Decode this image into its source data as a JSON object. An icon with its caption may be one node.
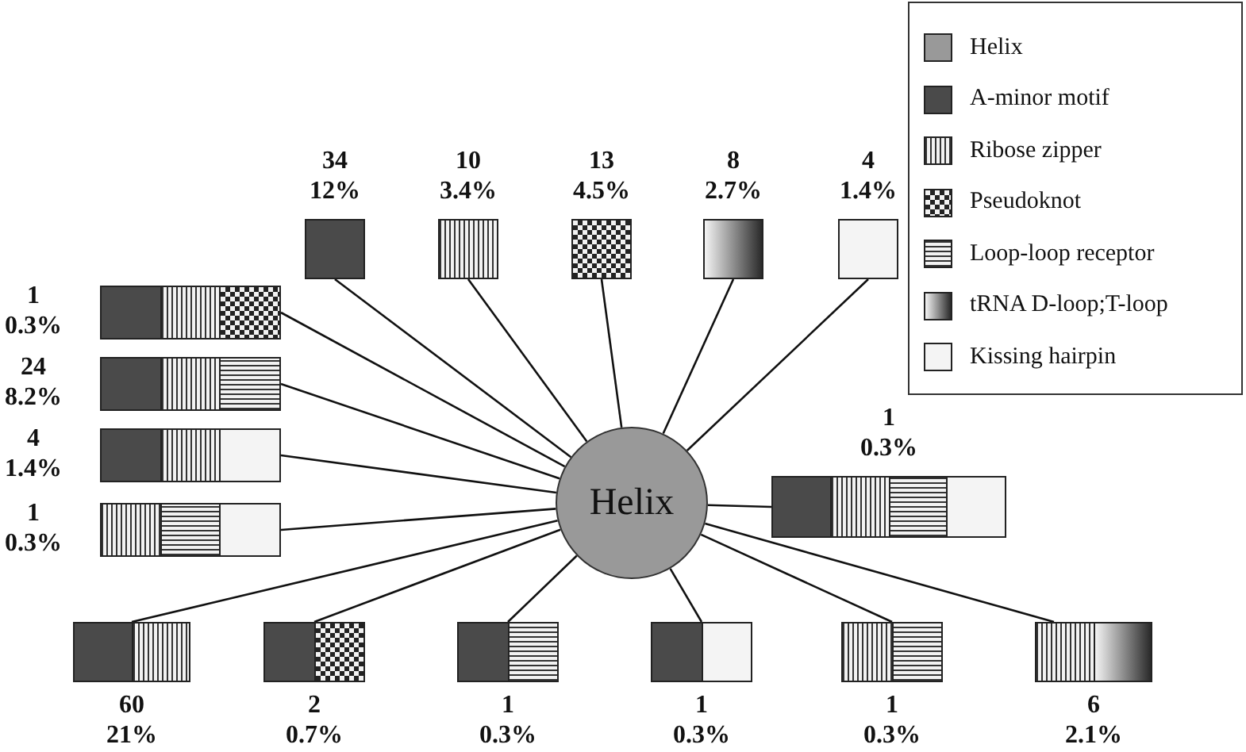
{
  "diagram": {
    "nodes": [
      {
        "text": [
          "Helix"
        ]
      },
      {
        "text": [],
        "shape": "bar",
        "beside": [
          "34",
          "12%"
        ]
      },
      {
        "text": [],
        "shape": "box",
        "in": 1
      },
      {
        "text": [],
        "shape": "bar",
        "beside": [
          "10",
          "3.4%"
        ]
      },
      {
        "text": [],
        "shape": "box",
        "in": 3
      },
      {
        "text": [],
        "shape": "bar",
        "beside": [
          "13",
          "4.5%"
        ]
      },
      {
        "text": [],
        "shape": "box",
        "in": 5
      },
      {
        "text": [],
        "shape": "bar",
        "beside": [
          "8",
          "2.7%"
        ]
      },
      {
        "text": [],
        "shape": "box",
        "in": 7
      },
      {
        "text": [],
        "shape": "bar",
        "beside": [
          "4",
          "1.4%"
        ]
      },
      {
        "text": [],
        "shape": "box",
        "in": 9
      },
      {
        "text": [],
        "shape": "bar",
        "beside": [
          "1",
          "0.3%"
        ]
      },
      {
        "text": [],
        "shape": "box",
        "in": 11
      },
      {
        "text": [],
        "shape": "box",
        "in": 11
      },
      {
        "text": [],
        "shape": "box",
        "in": 11
      },
      {
        "text": [],
        "shape": "bar",
        "beside": [
          "24",
          "8.2%"
        ]
      },
      {
        "text": [],
        "shape": "box",
        "in": 15
      },
      {
        "text": [],
        "shape": "box",
        "in": 15
      },
      {
        "text": [],
        "shape": "box",
        "in": 15
      },
      {
        "text": [],
        "shape": "bar",
        "beside": [
          "4",
          "1.4%"
        ]
      },
      {
        "text": [],
        "shape": "box",
        "in": 19
      },
      {
        "text": [],
        "shape": "box",
        "in": 19
      },
      {
        "text": [],
        "shape": "box",
        "in": 19
      },
      {
        "text": [],
        "shape": "bar",
        "beside": [
          "1",
          "0.3%"
        ]
      },
      {
        "text": [],
        "shape": "box",
        "in": 23
      },
      {
        "text": [],
        "shape": "box",
        "in": 23
      },
      {
        "text": [],
        "shape": "box",
        "in": 23
      },
      {
        "text": [],
        "shape": "bar",
        "beside": [
          "1",
          "0.3%"
        ]
      },
      {
        "text": [],
        "shape": "box",
        "in": 27
      },
      {
        "text": [],
        "shape": "box",
        "in": 27
      },
      {
        "text": [],
        "shape": "box",
        "in": 27
      },
      {
        "text": [],
        "shape": "box",
        "in": 27
      },
      {
        "text": [],
        "shape": "bar",
        "beside": [
          "60",
          "21%"
        ]
      },
      {
        "text": [],
        "shape": "box",
        "in": 32
      },
      {
        "text": [],
        "shape": "box",
        "in": 32
      },
      {
        "text": [],
        "shape": "bar",
        "beside": [
          "2",
          "0.7%"
        ]
      },
      {
        "text": [],
        "shape": "box",
        "in": 35
      },
      {
        "text": [],
        "shape": "box",
        "in": 35
      },
      {
        "text": [],
        "shape": "bar",
        "beside": [
          "1",
          "0.3%"
        ]
      },
      {
        "text": [],
        "shape": "box",
        "in": 38
      },
      {
        "text": [],
        "shape": "box",
        "in": 38
      },
      {
        "text": [],
        "shape": "bar",
        "beside": [
          "1",
          "0.3%"
        ]
      },
      {
        "text": [],
        "shape": "box",
        "in": 41
      },
      {
        "text": [],
        "shape": "box",
        "in": 41
      },
      {
        "text": [],
        "shape": "bar",
        "beside": [
          "1",
          "0.3%"
        ]
      },
      {
        "text": [],
        "shape": "box",
        "in": 44
      },
      {
        "text": [],
        "shape": "box",
        "in": 44
      },
      {
        "text": [],
        "shape": "bar",
        "beside": [
          "6",
          "2.1%"
        ]
      },
      {
        "text": [],
        "shape": "box",
        "in": 47
      },
      {
        "text": [],
        "shape": "box",
        "in": 47
      }
    ],
    "edges": [
      {
        "from": 1,
        "to": 0,
        "arrow": "none"
      },
      {
        "from": 3,
        "to": 0,
        "arrow": "none"
      },
      {
        "from": 5,
        "to": 0,
        "arrow": "none"
      },
      {
        "from": 7,
        "to": 0,
        "arrow": "none"
      },
      {
        "from": 9,
        "to": 0,
        "arrow": "none"
      },
      {
        "from": 11,
        "to": 0,
        "arrow": "none"
      },
      {
        "from": 15,
        "to": 0,
        "arrow": "none"
      },
      {
        "from": 19,
        "to": 0,
        "arrow": "none"
      },
      {
        "from": 23,
        "to": 0,
        "arrow": "none"
      },
      {
        "from": 27,
        "to": 0,
        "arrow": "none"
      },
      {
        "from": 32,
        "to": 0,
        "arrow": "none"
      },
      {
        "from": 35,
        "to": 0,
        "arrow": "none"
      },
      {
        "from": 38,
        "to": 0,
        "arrow": "none"
      },
      {
        "from": 41,
        "to": 0,
        "arrow": "none"
      },
      {
        "from": 44,
        "to": 0,
        "arrow": "none"
      },
      {
        "from": 47,
        "to": 0,
        "arrow": "none"
      }
    ],
    "legend": [
      {
        "text": "Helix",
        "color": "#999999"
      },
      {
        "text": "A-minor motif",
        "color": "#4a4a4a"
      },
      {
        "text": "Ribose zipper"
      },
      {
        "text": "Pseudoknot"
      },
      {
        "text": "Loop-loop receptor"
      },
      {
        "text": "tRNA D-loop;T-loop"
      },
      {
        "text": "Kissing hairpin",
        "color": "#f4f4f4"
      }
    ]
  }
}
